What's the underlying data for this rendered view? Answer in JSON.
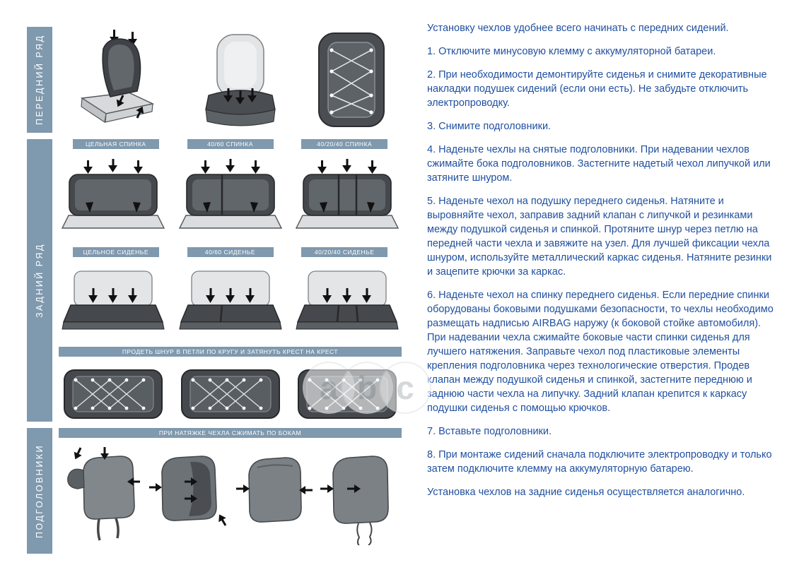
{
  "page": {
    "accent_color": "#7f99ae",
    "text_color": "#2050a0",
    "background": "#ffffff"
  },
  "sections": {
    "front_row": {
      "label": "ПЕРЕДНИЙ РЯД"
    },
    "back_row": {
      "label": "ЗАДНИЙ РЯД",
      "back_headers": [
        "ЦЕЛЬНАЯ СПИНКА",
        "40/60 СПИНКА",
        "40/20/40 СПИНКА"
      ],
      "seat_headers": [
        "ЦЕЛЬНОЕ СИДЕНЬЕ",
        "40/60 СИДЕНЬЕ",
        "40/20/40 СИДЕНЬЕ"
      ],
      "lace_header": "ПРОДЕТЬ ШНУР В ПЕТЛИ ПО КРУГУ И ЗАТЯНУТЬ КРЕСТ НА КРЕСТ"
    },
    "headrests": {
      "label": "ПОДГОЛОВНИКИ",
      "header": "ПРИ НАТЯЖКЕ ЧЕХЛА СЖИМАТЬ ПО БОКАМ"
    }
  },
  "instructions": {
    "intro": "Установку чехлов удобнее всего начинать с передних сидений.",
    "steps": [
      "1. Отключите минусовую клемму с аккумуляторной батареи.",
      "2. При необходимости демонтируйте сиденья и снимите декоративные накладки подушек сидений (если они есть). Не забудьте отключить электропроводку.",
      "3. Снимите подголовники.",
      "4. Наденьте чехлы на снятые подголовники. При надевании чехлов сжимайте бока подголовников. Застегните надетый чехол липучкой или затяните шнуром.",
      "5. Наденьте чехол на подушку переднего сиденья. Натяните и выровняйте чехол, заправив задний клапан с липучкой и резинками между подушкой сиденья и спинкой. Протяните шнур через петлю на передней части чехла и завяжите на узел. Для лучшей фиксации чехла шнуром, используйте металлический каркас сиденья. Натяните резинки и зацепите крючки за каркас.",
      "6. Наденьте чехол на спинку переднего сиденья. Если передние спинки оборудованы боковыми подушками безопасности, то чехлы необходимо размещать надписью AIRBAG наружу (к боковой стойке автомобиля). При надевании чехла сжимайте боковые части спинки сиденья для лучшего натяжения. Заправьте чехол под пластиковые элементы крепления подголовника через технологические отверстия. Продев клапан между подушкой сиденья и спинкой, застегните переднюю и заднюю части чехла на липучку. Задний клапан крепится к каркасу подушки сиденья с помощью крючков.",
      "7. Вставьте подголовники.",
      "8. При монтаже сидений сначала подключите электропроводку и только затем подключите клемму на аккумуляторную батарею."
    ],
    "outro": "Установка чехлов на задние сиденья осуществляется аналогично."
  },
  "watermark": {
    "letters": [
      "a",
      "b",
      "c"
    ]
  }
}
